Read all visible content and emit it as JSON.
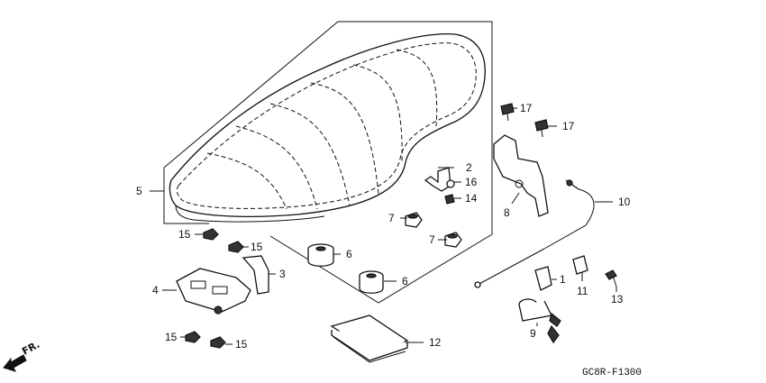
{
  "diagram_code": "GC8R-F1300",
  "direction_label": "FR.",
  "callouts": {
    "c1": "1",
    "c2": "2",
    "c3": "3",
    "c4": "4",
    "c5": "5",
    "c6a": "6",
    "c6b": "6",
    "c7a": "7",
    "c7b": "7",
    "c8": "8",
    "c9": "9",
    "c10": "10",
    "c11": "11",
    "c12": "12",
    "c13": "13",
    "c14": "14",
    "c15a": "15",
    "c15b": "15",
    "c15c": "15",
    "c15d": "15",
    "c16": "16",
    "c17a": "17",
    "c17b": "17"
  }
}
